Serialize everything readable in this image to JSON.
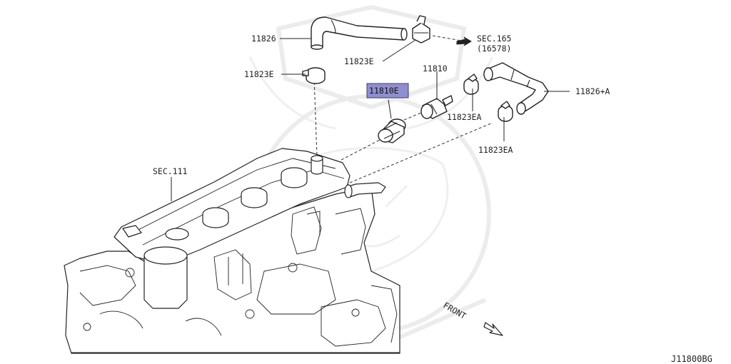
{
  "callouts": {
    "hose_upper": "11826",
    "clamp_upper_right": "11823E",
    "clamp_upper_left": "11823E",
    "pcv_valve": "11810",
    "grommet": "11810E",
    "hose_right": "11826+A",
    "clamp_ea_upper": "11823EA",
    "clamp_ea_lower": "11823EA",
    "sec_engine": "SEC.111"
  },
  "section_ref": {
    "line1": "SEC.165",
    "line2": "(16578)"
  },
  "front_label": "FRONT",
  "catalog_code": "J11800BG",
  "colors": {
    "highlight_fill": "#8f8fd0",
    "highlight_stroke": "#3c3c78",
    "line": "#222222",
    "watermark": "#ececec"
  }
}
